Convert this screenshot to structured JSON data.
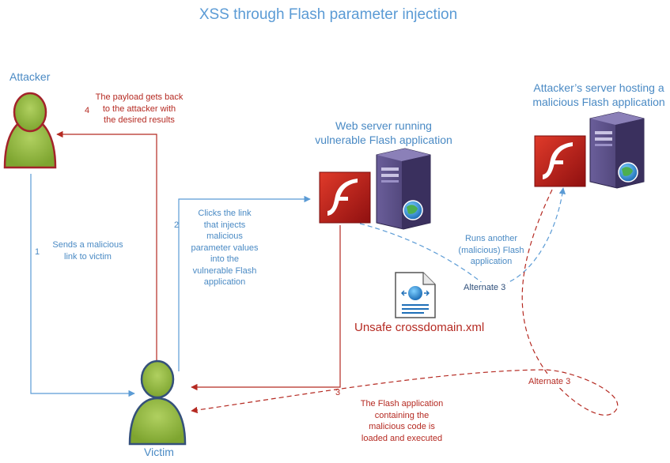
{
  "title": "XSS through Flash parameter injection",
  "actors": {
    "attacker": "Attacker",
    "victim": "Victim"
  },
  "servers": {
    "web_server": [
      "Web server running",
      "vulnerable Flash application"
    ],
    "attacker_server": [
      "Attacker’s server hosting a",
      "malicious Flash application"
    ]
  },
  "file": {
    "label": "Unsafe crossdomain.xml"
  },
  "steps": [
    {
      "number": "1",
      "text": [
        "Sends a malicious",
        "link to victim"
      ]
    },
    {
      "number": "2",
      "text": [
        "Clicks the link",
        "that injects",
        "malicious",
        "parameter values",
        "into the",
        "vulnerable Flash",
        "application"
      ]
    },
    {
      "number": "3",
      "text": [
        "The Flash application",
        "containing the",
        "malicious code is",
        "loaded and executed"
      ]
    },
    {
      "number": "4",
      "text": [
        "The payload gets back",
        "to the attacker with",
        "the desired results"
      ]
    }
  ],
  "alternate": {
    "runs_text": [
      "Runs another",
      "(malicious) Flash",
      "application"
    ],
    "label_a": "Alternate 3",
    "label_b": "Alternate 3"
  },
  "colors": {
    "blue_line": "#5b9bd5",
    "red_line": "#b52a22",
    "person_fill": "#8cb43a",
    "person_stroke_attacker": "#a3232a",
    "person_stroke_victim": "#34507a",
    "flash_red": "#c81e1e",
    "server_purple": "#4a3f76"
  },
  "icons": [
    "attacker-person-icon",
    "victim-person-icon",
    "flash-logo-icon",
    "server-icon",
    "globe-icon",
    "xml-document-icon"
  ]
}
